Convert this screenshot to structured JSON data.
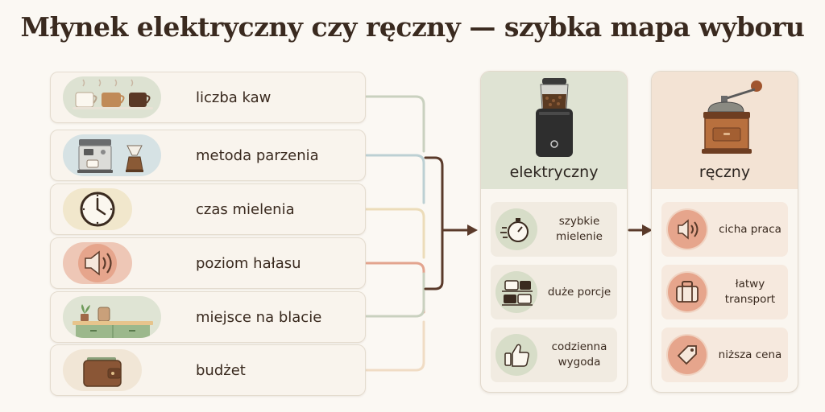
{
  "title": "Młynek elektryczny czy ręczny — szybka mapa wyboru",
  "factors": [
    {
      "label": "liczba kaw",
      "icon": "coffee-cups-icon"
    },
    {
      "label": "metoda parzenia",
      "icon": "espresso-machine-icon"
    },
    {
      "label": "czas mielenia",
      "icon": "clock-icon"
    },
    {
      "label": "poziom hałasu",
      "icon": "speaker-icon"
    },
    {
      "label": "miejsce na blacie",
      "icon": "countertop-icon"
    },
    {
      "label": "budżet",
      "icon": "wallet-icon"
    }
  ],
  "electric": {
    "title": "elektryczny",
    "icon": "electric-grinder-icon",
    "features": [
      {
        "label": "szybkie mielenie",
        "icon": "stopwatch-icon"
      },
      {
        "label": "duże porcje",
        "icon": "stacked-cups-icon"
      },
      {
        "label": "codzienna wygoda",
        "icon": "thumbs-up-icon"
      }
    ]
  },
  "manual": {
    "title": "ręczny",
    "icon": "manual-grinder-icon",
    "features": [
      {
        "label": "cicha praca",
        "icon": "quiet-speaker-icon"
      },
      {
        "label": "łatwy transport",
        "icon": "suitcase-icon"
      },
      {
        "label": "niższa cena",
        "icon": "price-tag-icon"
      }
    ]
  },
  "colors": {
    "electric_accent": "#dfe3d3",
    "manual_accent": "#f3e3d4",
    "connector_dark": "#5a3a2a",
    "electric_icon_bg": "#d7ddc8",
    "manual_icon_bg": "#f0d4c3"
  }
}
